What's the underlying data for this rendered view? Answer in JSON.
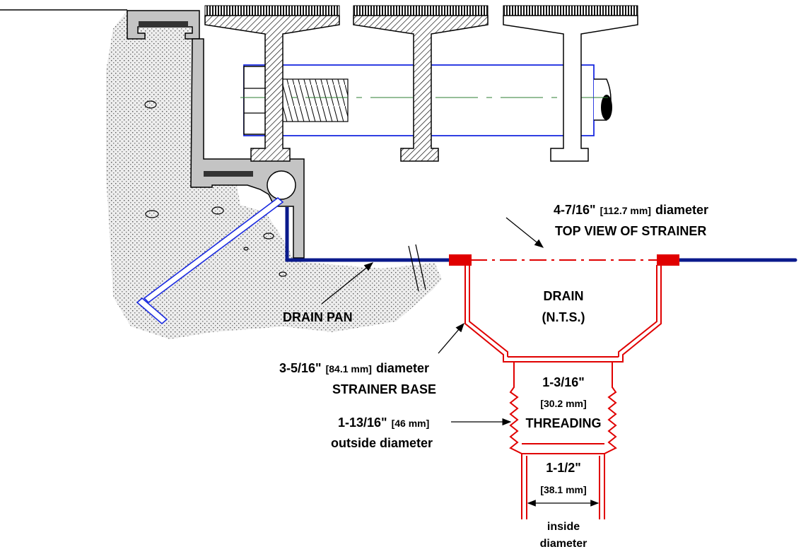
{
  "labels": {
    "top_view": {
      "main": "4-7/16\"",
      "mm": "[112.7 mm]",
      "suffix": "diameter",
      "line2": "TOP VIEW OF STRAINER"
    },
    "drain_pan": "DRAIN PAN",
    "drain": {
      "line1": "DRAIN",
      "line2": "(N.T.S.)"
    },
    "strainer_base": {
      "main": "3-5/16\"",
      "mm": "[84.1 mm]",
      "suffix": "diameter",
      "line2": "STRAINER BASE"
    },
    "threading": {
      "line1": "1-3/16\"",
      "line2": "[30.2 mm]",
      "line3": "THREADING"
    },
    "outside": {
      "main": "1-13/16\"",
      "mm": "[46 mm]",
      "line2": "outside diameter"
    },
    "inside": {
      "line1": "1-1/2\"",
      "line2": "[38.1 mm]",
      "line3": "inside",
      "line4": "diameter"
    }
  },
  "colors": {
    "drain": "#e00000",
    "pan": "#0a1a8c",
    "rod": "#1a2ae0",
    "concrete": "#e6e6e6",
    "metal": "#c4c4c4",
    "centerline": "#2e7d32"
  }
}
